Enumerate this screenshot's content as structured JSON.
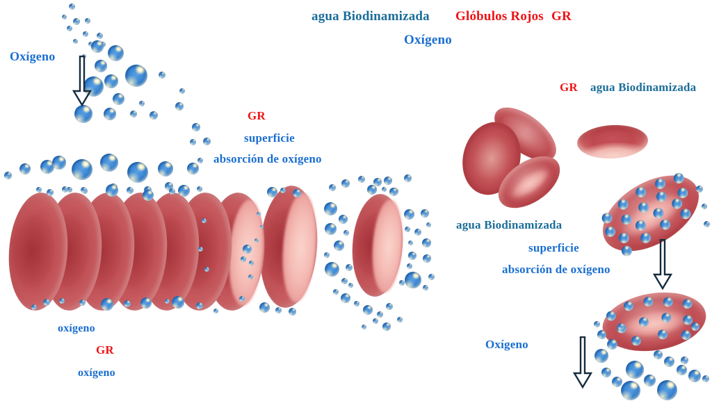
{
  "colors": {
    "teal": "#1b6e99",
    "blue": "#1a6ed0",
    "red": "#ee1316",
    "arrow": "#152c3f"
  },
  "labels": {
    "top_agua": "agua Biodinamizada",
    "top_globulos": "Glóbulos Rojos",
    "top_gr": "GR",
    "top_oxigeno": "Oxígeno",
    "left_oxigeno": "Oxígeno",
    "mid_gr": "GR",
    "mid_superficie": "superficie",
    "mid_absorcion": "absorción de oxígeno",
    "right_gr": "GR",
    "right_agua": "agua Biodinamizada",
    "right2_agua": "agua Biodinamizada",
    "right2_superficie": "superficie",
    "right2_absorcion": "absorción de oxígeno",
    "bottomleft_oxigeno1": "oxígeno",
    "bottomleft_gr": "GR",
    "bottomleft_oxigeno2": "oxígeno",
    "bottomright_oxigeno": "Oxígeno"
  }
}
